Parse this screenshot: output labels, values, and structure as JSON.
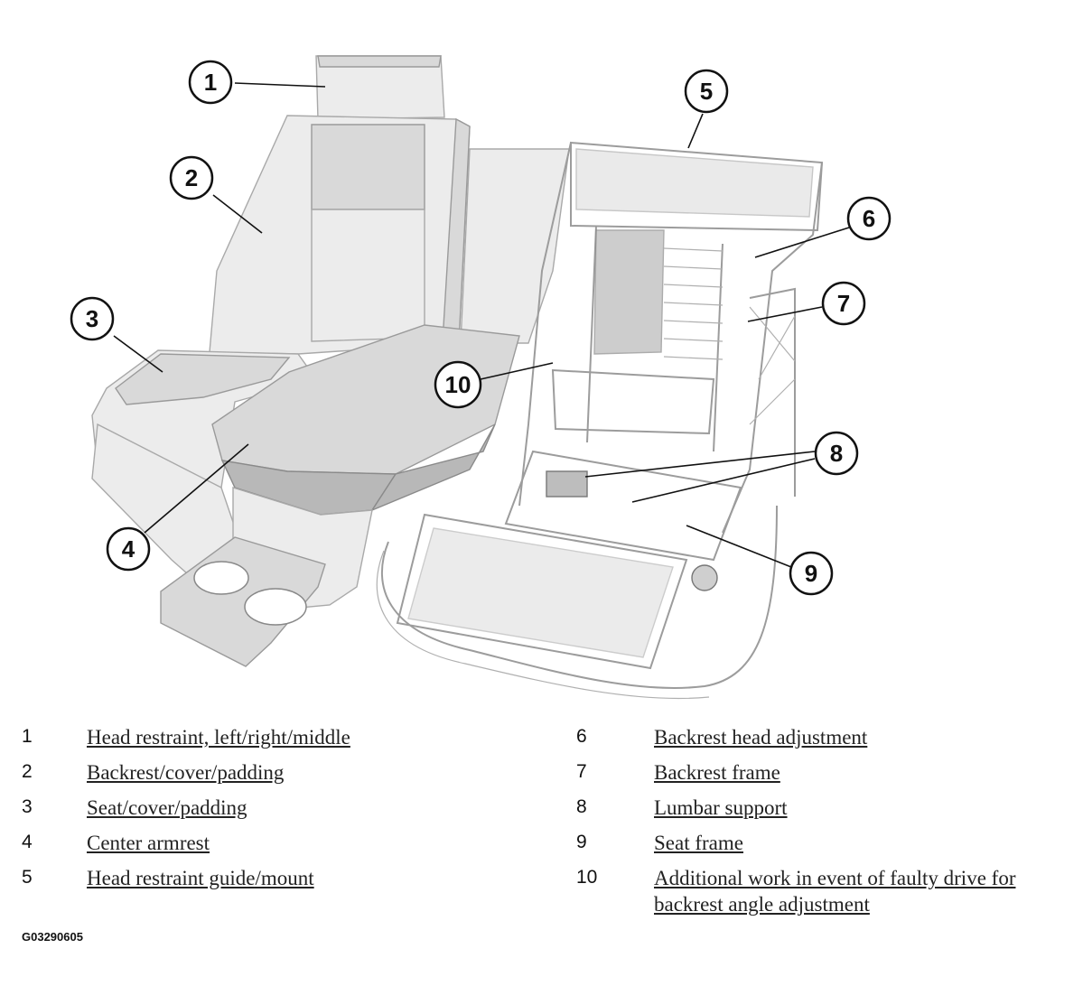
{
  "diagram": {
    "callouts": [
      {
        "number": "1",
        "label": "Head restraint, left/right/middle"
      },
      {
        "number": "2",
        "label": "Backrest/cover/padding"
      },
      {
        "number": "3",
        "label": "Seat/cover/padding"
      },
      {
        "number": "4",
        "label": "Center armrest"
      },
      {
        "number": "5",
        "label": "Head restraint guide/mount"
      },
      {
        "number": "6",
        "label": "Backrest head adjustment"
      },
      {
        "number": "7",
        "label": "Backrest frame"
      },
      {
        "number": "8",
        "label": "Lumbar support"
      },
      {
        "number": "9",
        "label": "Seat frame"
      },
      {
        "number": "10",
        "label": "Additional work in event of faulty drive for backrest angle adjustment"
      }
    ]
  },
  "figure_code": "G03290605"
}
